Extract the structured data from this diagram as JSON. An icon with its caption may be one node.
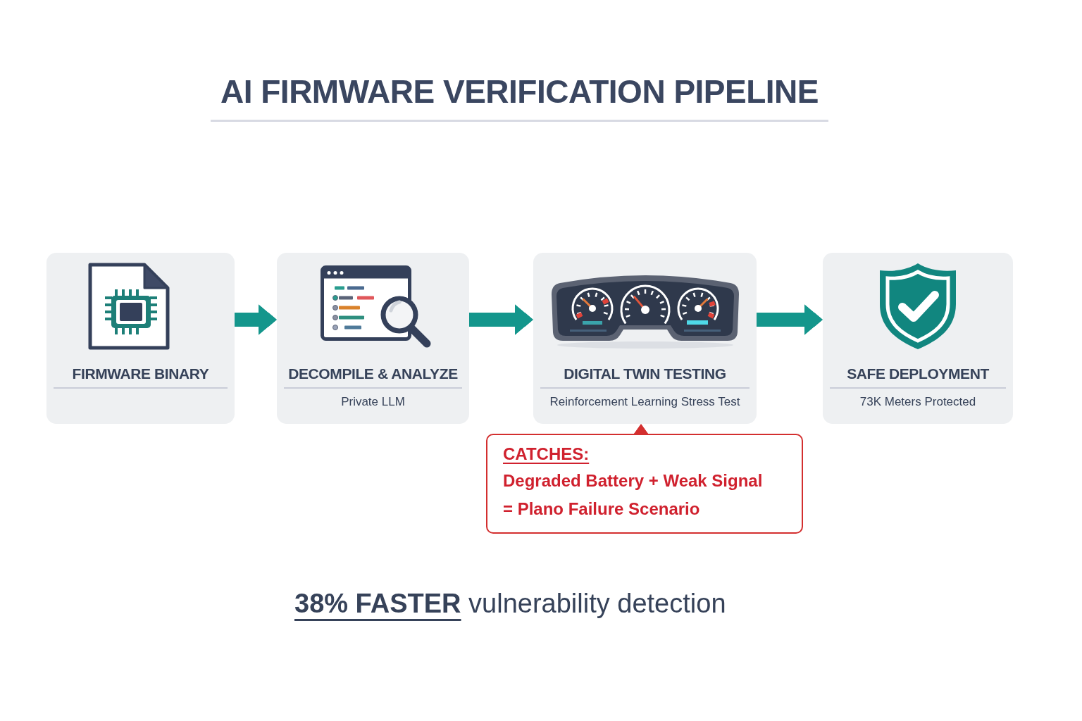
{
  "diagram": {
    "title": "AI FIRMWARE VERIFICATION PIPELINE",
    "nodes": [
      {
        "text": [
          "FIRMWARE BINARY"
        ]
      },
      {
        "text": [
          "DECOMPILE & ANALYZE",
          "Private LLM"
        ]
      },
      {
        "text": [
          "DIGITAL TWIN TESTING",
          "Reinforcement Learning Stress Test"
        ]
      },
      {
        "text": [
          "SAFE DEPLOYMENT",
          "73K Meters Protected"
        ]
      },
      {
        "text": [
          "CATCHES:",
          "Degraded Battery + Weak Signal",
          "= Plano Failure Scenario"
        ]
      }
    ],
    "edges": [
      {
        "from": 0,
        "to": 1,
        "arrow": "to"
      },
      {
        "from": 1,
        "to": 2,
        "arrow": "to"
      },
      {
        "from": 2,
        "to": 3,
        "arrow": "to"
      },
      {
        "from": 4,
        "to": 2,
        "arrow": "to",
        "color": "#d32f2f"
      }
    ],
    "labels": [
      "**38% FASTER** vulnerability detection"
    ]
  }
}
